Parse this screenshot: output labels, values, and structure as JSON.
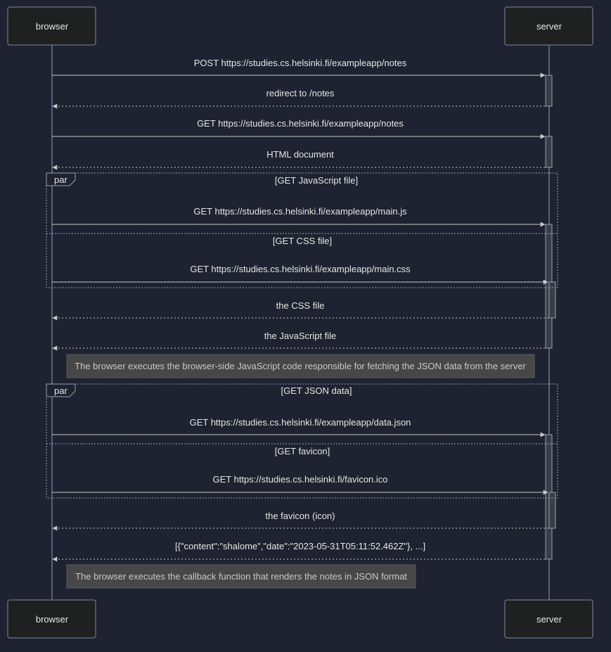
{
  "actors": {
    "browser": "browser",
    "server": "server"
  },
  "messages": [
    {
      "id": "m1",
      "text": "POST https://studies.cs.helsinki.fi/exampleapp/notes",
      "from": "browser",
      "to": "server",
      "style": "solid"
    },
    {
      "id": "m2",
      "text": "redirect to /notes",
      "from": "server",
      "to": "browser",
      "style": "dashed"
    },
    {
      "id": "m3",
      "text": "GET https://studies.cs.helsinki.fi/exampleapp/notes",
      "from": "browser",
      "to": "server",
      "style": "solid"
    },
    {
      "id": "m4",
      "text": "HTML document",
      "from": "server",
      "to": "browser",
      "style": "dashed"
    },
    {
      "id": "m5",
      "text": "GET https://studies.cs.helsinki.fi/exampleapp/main.js",
      "from": "browser",
      "to": "server",
      "style": "solid"
    },
    {
      "id": "m6",
      "text": "GET https://studies.cs.helsinki.fi/exampleapp/main.css",
      "from": "browser",
      "to": "server",
      "style": "solid"
    },
    {
      "id": "m7",
      "text": "the CSS file",
      "from": "server",
      "to": "browser",
      "style": "dashed"
    },
    {
      "id": "m8",
      "text": "the JavaScript file",
      "from": "server",
      "to": "browser",
      "style": "dashed"
    },
    {
      "id": "m9",
      "text": "GET https://studies.cs.helsinki.fi/exampleapp/data.json",
      "from": "browser",
      "to": "server",
      "style": "solid"
    },
    {
      "id": "m10",
      "text": "GET https://studies.cs.helsinki.fi/favicon.ico",
      "from": "browser",
      "to": "server",
      "style": "solid"
    },
    {
      "id": "m11",
      "text": "the favicon (icon)",
      "from": "server",
      "to": "browser",
      "style": "dashed"
    },
    {
      "id": "m12",
      "text": "[{\"content\":\"shalome\",\"date\":\"2023-05-31T05:11:52.462Z\"}, ...]",
      "from": "server",
      "to": "browser",
      "style": "dashed"
    }
  ],
  "frames": [
    {
      "keyword": "par",
      "sections": [
        "[GET JavaScript file]",
        "[GET CSS file]"
      ]
    },
    {
      "keyword": "par",
      "sections": [
        "[GET JSON data]",
        "[GET favicon]"
      ]
    }
  ],
  "notes": [
    "The browser executes the browser-side JavaScript code responsible for fetching the JSON data from the server",
    "The browser executes the callback function that renders the notes in JSON format"
  ]
}
